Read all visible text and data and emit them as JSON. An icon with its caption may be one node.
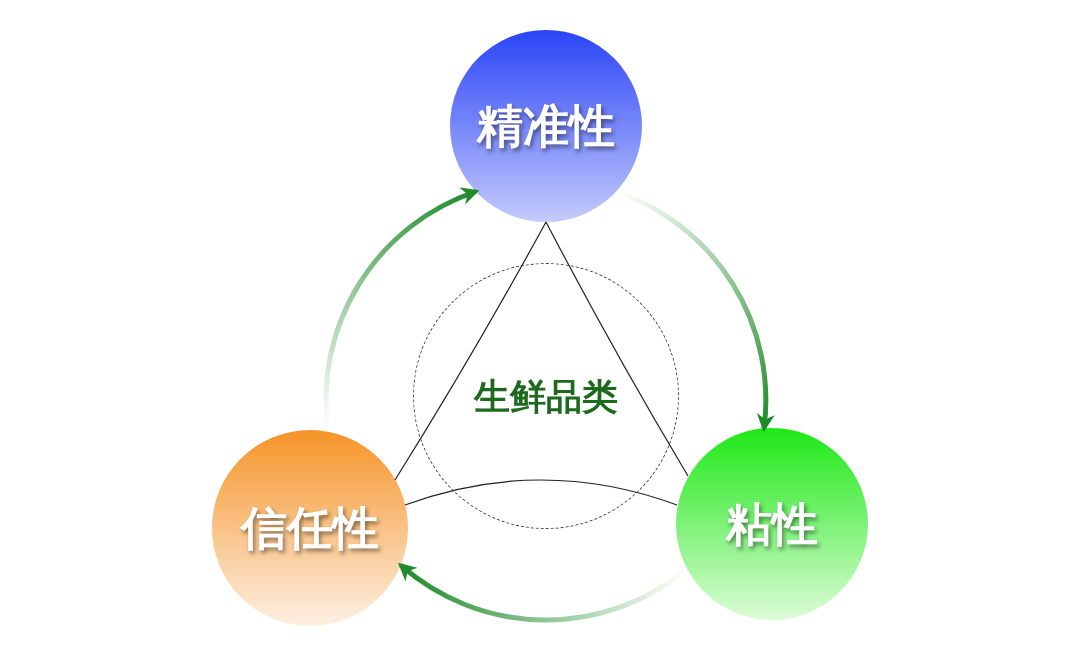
{
  "diagram": {
    "nodes": [
      {
        "text": [
          "精准性"
        ]
      },
      {
        "text": [
          "生鲜品类"
        ]
      },
      {
        "text": [
          "信任性"
        ]
      },
      {
        "text": [
          "粘性"
        ]
      }
    ],
    "edges": [
      {
        "from": 0,
        "to": 3,
        "arrow": "to",
        "color": "#1f8a2a",
        "style": "thick"
      },
      {
        "from": 3,
        "to": 2,
        "arrow": "to",
        "color": "#1f8a2a",
        "style": "thick"
      },
      {
        "from": 2,
        "to": 0,
        "arrow": "to",
        "color": "#1f8a2a",
        "style": "thick"
      },
      {
        "from": 0,
        "to": 2,
        "arrow": "none"
      },
      {
        "from": 0,
        "to": 3,
        "arrow": "none"
      },
      {
        "from": 2,
        "to": 3,
        "arrow": "none"
      }
    ]
  }
}
